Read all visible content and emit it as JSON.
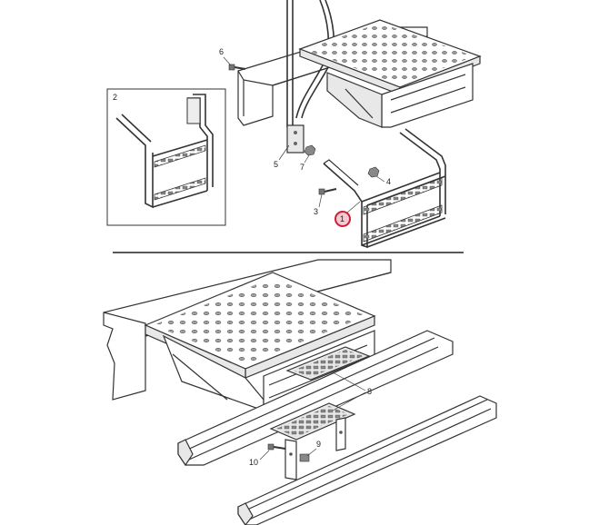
{
  "callouts": {
    "c1": "1",
    "c2": "2",
    "c3": "3",
    "c4": "4",
    "c5": "5",
    "c6": "6",
    "c7": "7",
    "c8": "8",
    "c9": "9",
    "c10": "10"
  },
  "highlight_color": "#cc1f3a"
}
